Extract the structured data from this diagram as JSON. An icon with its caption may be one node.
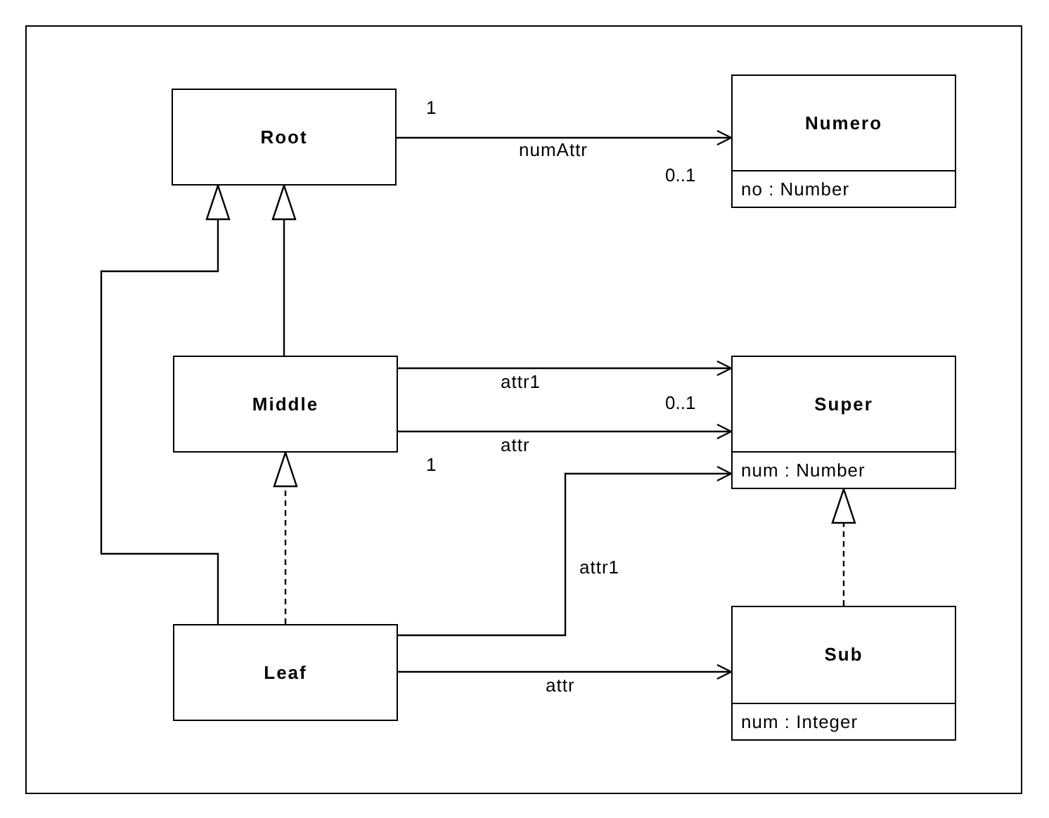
{
  "diagram": {
    "nodes": [
      {
        "text": [
          "Root"
        ]
      },
      {
        "text": [
          "Numero",
          "no : Number"
        ]
      },
      {
        "text": [
          "Middle"
        ]
      },
      {
        "text": [
          "Super",
          "num : Number"
        ]
      },
      {
        "text": [
          "Leaf"
        ]
      },
      {
        "text": [
          "Sub",
          "num : Integer"
        ]
      }
    ],
    "edges": [
      {
        "from": 0,
        "to": 1,
        "arrow": "to",
        "label": "numAttr"
      },
      {
        "from": 4,
        "to": 0,
        "arrow": "to"
      },
      {
        "from": 2,
        "to": 0,
        "arrow": "to"
      },
      {
        "from": 2,
        "to": 3,
        "arrow": "to",
        "label": "attr1"
      },
      {
        "from": 2,
        "to": 3,
        "arrow": "to",
        "label": "attr"
      },
      {
        "from": 4,
        "to": 3,
        "arrow": "to",
        "label": "attr1"
      },
      {
        "from": 4,
        "to": 5,
        "arrow": "to",
        "label": "attr"
      },
      {
        "from": 4,
        "to": 2,
        "arrow": "to",
        "style": "dashed"
      },
      {
        "from": 5,
        "to": 3,
        "arrow": "to",
        "style": "dashed"
      }
    ],
    "labels": [
      "1",
      "0..1",
      "0..1",
      "1"
    ]
  }
}
